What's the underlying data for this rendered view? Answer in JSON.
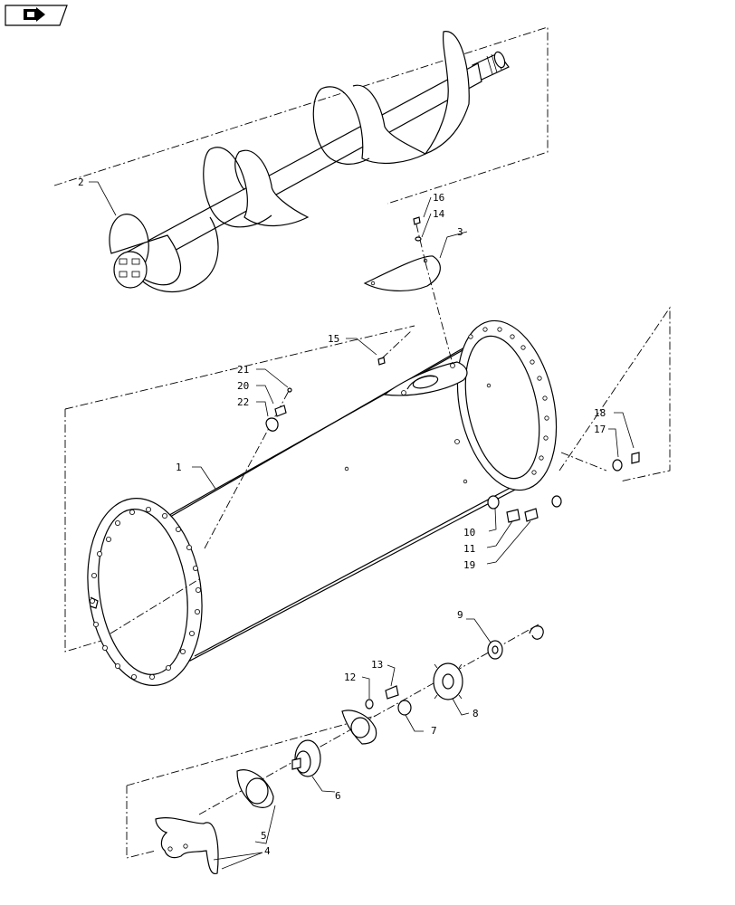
{
  "nav_button": {
    "icon": "back-arrow-icon"
  },
  "callouts": [
    {
      "id": "1",
      "label": "1"
    },
    {
      "id": "2",
      "label": "2"
    },
    {
      "id": "3",
      "label": "3"
    },
    {
      "id": "4",
      "label": "4"
    },
    {
      "id": "5",
      "label": "5"
    },
    {
      "id": "6",
      "label": "6"
    },
    {
      "id": "7",
      "label": "7"
    },
    {
      "id": "8",
      "label": "8"
    },
    {
      "id": "9",
      "label": "9"
    },
    {
      "id": "10",
      "label": "10"
    },
    {
      "id": "11",
      "label": "11"
    },
    {
      "id": "12",
      "label": "12"
    },
    {
      "id": "13",
      "label": "13"
    },
    {
      "id": "14",
      "label": "14"
    },
    {
      "id": "15",
      "label": "15"
    },
    {
      "id": "16",
      "label": "16"
    },
    {
      "id": "17",
      "label": "17"
    },
    {
      "id": "18",
      "label": "18"
    },
    {
      "id": "19",
      "label": "19"
    },
    {
      "id": "20",
      "label": "20"
    },
    {
      "id": "21",
      "label": "21"
    },
    {
      "id": "22",
      "label": "22"
    }
  ]
}
